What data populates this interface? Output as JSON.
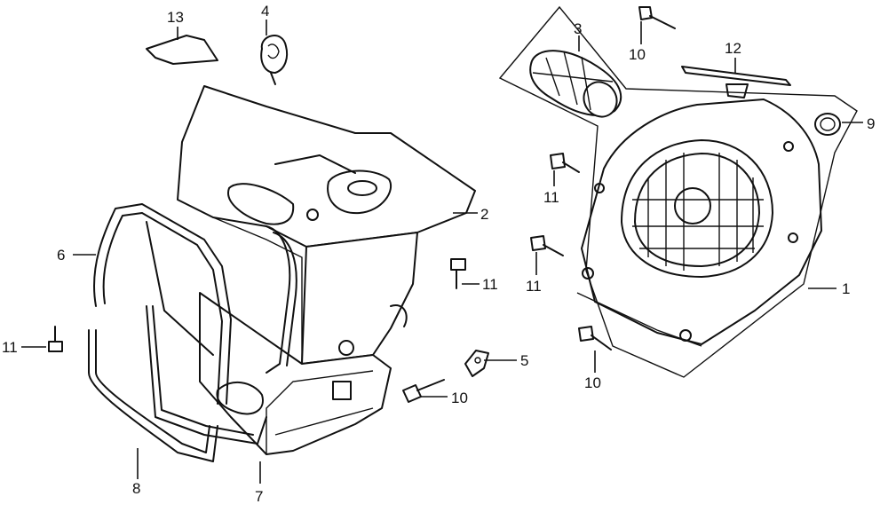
{
  "callouts": {
    "c1": "1",
    "c2": "2",
    "c3": "3",
    "c4": "4",
    "c5": "5",
    "c6": "6",
    "c7": "7",
    "c8": "8",
    "c9": "9",
    "c10a": "10",
    "c10b": "10",
    "c10c": "10",
    "c11a": "11",
    "c11b": "11",
    "c11c": "11",
    "c11d": "11",
    "c12": "12",
    "c13": "13"
  },
  "colors": {
    "line": "#111111",
    "background": "#ffffff"
  }
}
